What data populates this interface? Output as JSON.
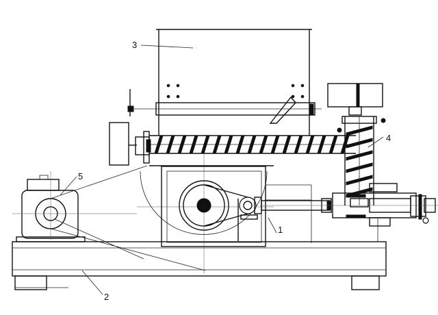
{
  "diagram": {
    "labels": [
      {
        "id": "auger-drive-assembly",
        "text": "1"
      },
      {
        "id": "base-frame",
        "text": "2"
      },
      {
        "id": "feed-hopper",
        "text": "3"
      },
      {
        "id": "vertical-screw-feeder",
        "text": "4"
      },
      {
        "id": "electric-motor",
        "text": "5"
      }
    ]
  }
}
